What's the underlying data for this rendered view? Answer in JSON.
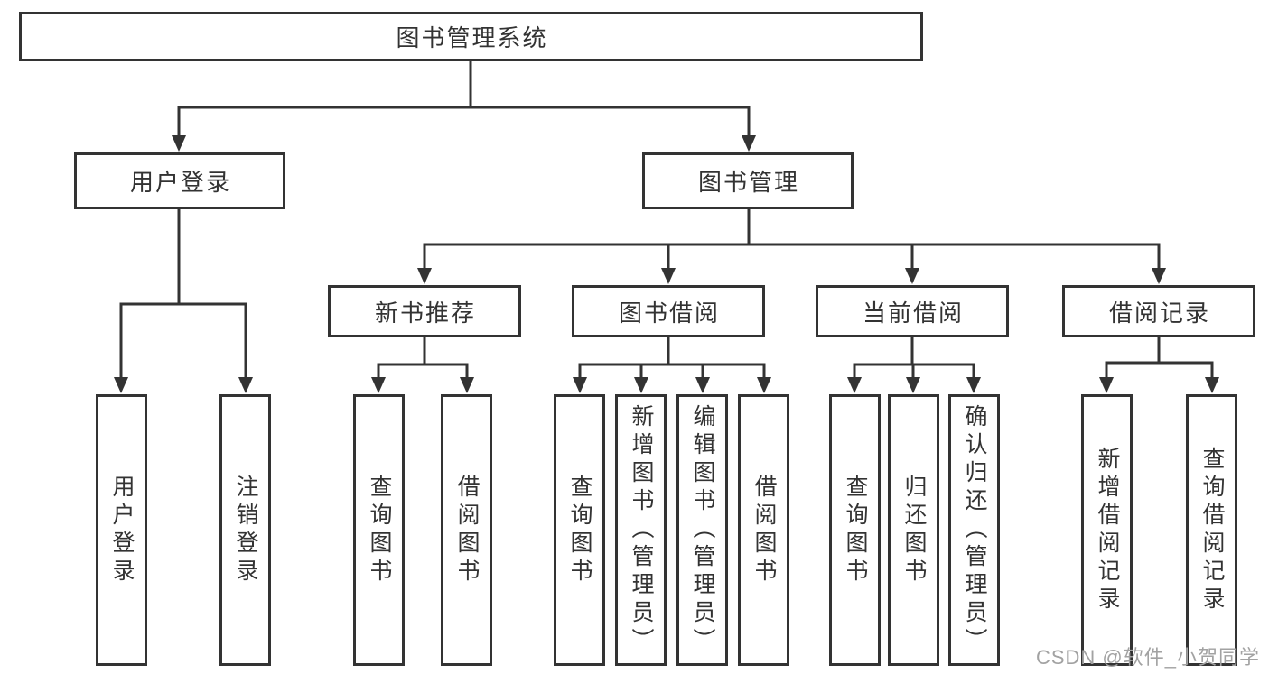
{
  "diagram": {
    "type": "feature-tree",
    "colors": {
      "line": "#333333",
      "box_border": "#333333",
      "text": "#333333",
      "box_fill": "#ffffff",
      "background": "#ffffff",
      "watermark": "#a2a2a2"
    },
    "tree": {
      "root": {
        "label": "图书管理系统"
      },
      "branches": [
        {
          "label": "用户登录",
          "children": [
            {
              "label": "用户登录"
            },
            {
              "label": "注销登录"
            }
          ]
        },
        {
          "label": "图书管理",
          "children": [
            {
              "label": "新书推荐",
              "children": [
                {
                  "label": "查询图书"
                },
                {
                  "label": "借阅图书"
                }
              ]
            },
            {
              "label": "图书借阅",
              "children": [
                {
                  "label": "查询图书"
                },
                {
                  "label": "新增图书（管理员）"
                },
                {
                  "label": "编辑图书（管理员）"
                },
                {
                  "label": "借阅图书"
                }
              ]
            },
            {
              "label": "当前借阅",
              "children": [
                {
                  "label": "查询图书"
                },
                {
                  "label": "归还图书"
                },
                {
                  "label": "确认归还（管理员）"
                }
              ]
            },
            {
              "label": "借阅记录",
              "children": [
                {
                  "label": "新增借阅记录"
                },
                {
                  "label": "查询借阅记录"
                }
              ]
            }
          ]
        }
      ]
    }
  },
  "watermark": {
    "text": "CSDN @软件_小贺同学"
  }
}
